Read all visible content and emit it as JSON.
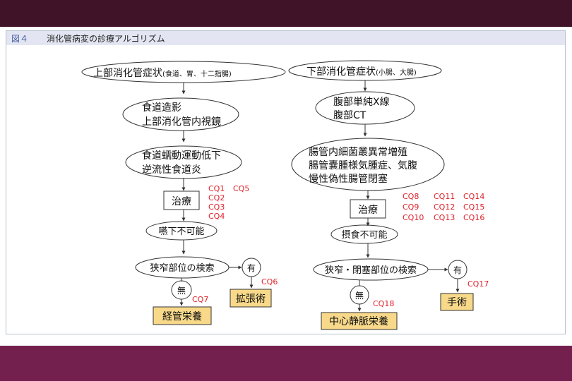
{
  "figure": {
    "label": "図４",
    "title": "消化管病変の診療アルゴリズム"
  },
  "upper": {
    "start": "上部消化管症状",
    "start_paren": "(食道、胃、十二指腸)",
    "exam_lines": [
      "食道造影",
      "上部消化管内視鏡"
    ],
    "findings_lines": [
      "食道蠕動運動低下",
      "逆流性食道炎"
    ],
    "treatment": "治療",
    "cq_labels": [
      "CQ1",
      "CQ5",
      "CQ2",
      "CQ3",
      "CQ4"
    ],
    "swallow": "嚥下不可能",
    "search": "狭窄部位の検索",
    "yes": "有",
    "no": "無",
    "cq_yes": "CQ6",
    "cq_no": "CQ7",
    "result_yes": "拡張術",
    "result_no": "経管栄養"
  },
  "lower": {
    "start": "下部消化管症状",
    "start_paren": "(小腸、大腸)",
    "exam_lines": [
      "腹部単純X線",
      "腹部CT"
    ],
    "findings_lines": [
      "腸管内細菌叢異常増殖",
      "腸管嚢腫様気腫症、気腹",
      "慢性偽性腸管閉塞"
    ],
    "treatment": "治療",
    "cq_labels": [
      "CQ8",
      "CQ11",
      "CQ14",
      "CQ9",
      "CQ12",
      "CQ15",
      "CQ10",
      "CQ13",
      "CQ16"
    ],
    "intake": "摂食不可能",
    "search": "狭窄・閉塞部位の検索",
    "yes": "有",
    "no": "無",
    "cq_yes": "CQ17",
    "cq_no": "CQ18",
    "result_yes": "手術",
    "result_no": "中心静脈栄養"
  },
  "colors": {
    "cq_text": "#e0202a",
    "result_fill": "#f8d98a",
    "line": "#333333"
  }
}
